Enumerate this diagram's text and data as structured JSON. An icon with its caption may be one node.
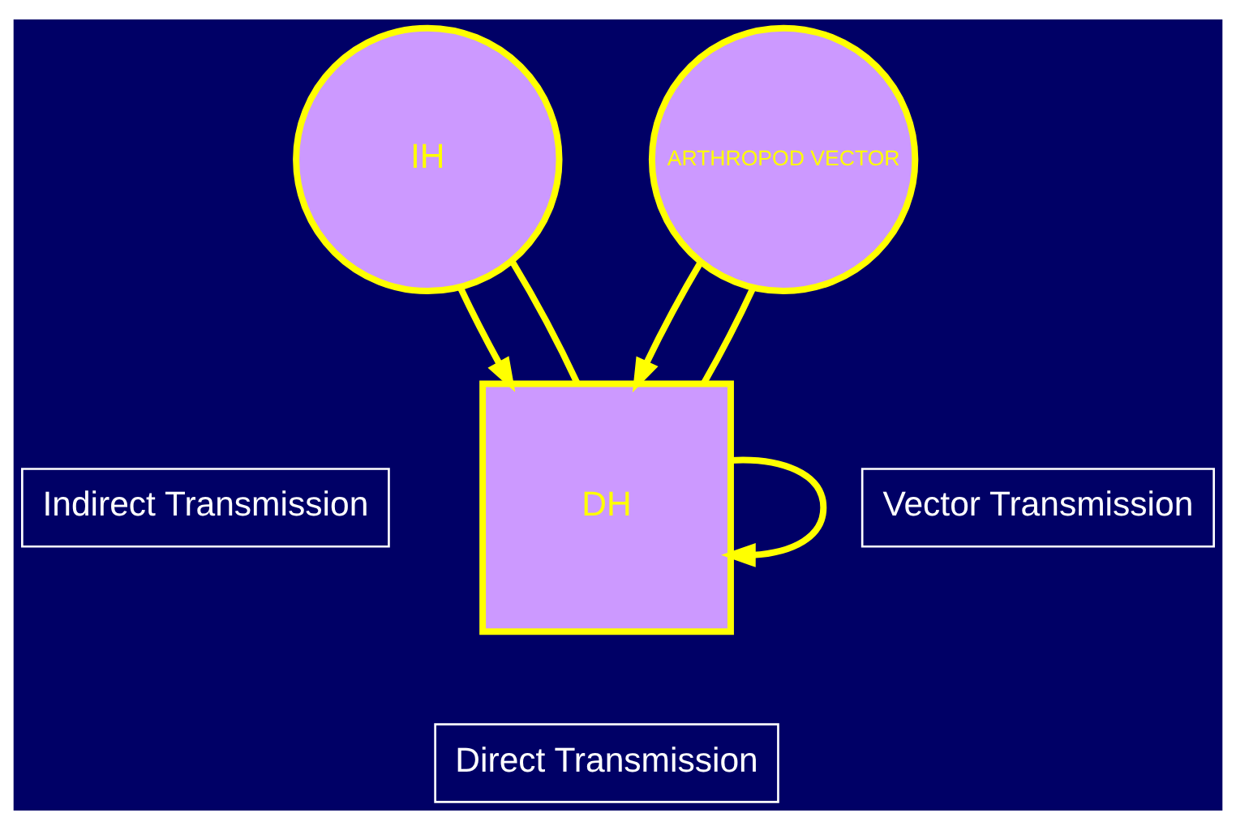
{
  "diagram": {
    "nodes": [
      {
        "text": [
          "IH"
        ]
      },
      {
        "text": [
          "ARTHROPOD VECTOR"
        ]
      },
      {
        "text": [
          "DH"
        ]
      },
      {
        "text": [
          "Indirect Transmission"
        ]
      },
      {
        "text": [
          "Vector Transmission"
        ]
      },
      {
        "text": [
          "Direct Transmission"
        ]
      }
    ],
    "edges": [
      {
        "from": 2,
        "to": 0,
        "arrow": "none"
      },
      {
        "from": 0,
        "to": 2,
        "arrow": "to"
      },
      {
        "from": 2,
        "to": 1,
        "arrow": "none"
      },
      {
        "from": 1,
        "to": 2,
        "arrow": "to"
      },
      {
        "from": 2,
        "to": 2,
        "arrow": "to"
      }
    ]
  }
}
